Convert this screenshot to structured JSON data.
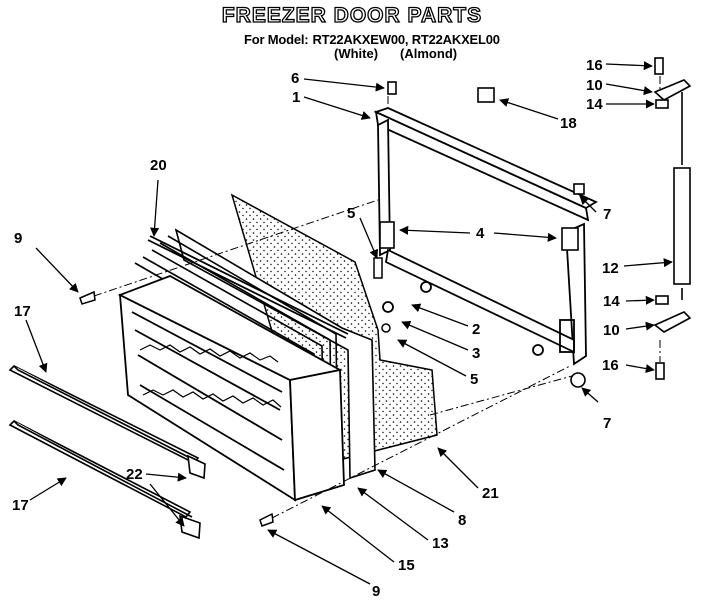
{
  "header": {
    "title": "FREEZER DOOR PARTS",
    "model_prefix": "For Model:",
    "model_numbers": "RT22AKXEW00, RT22AKXEL00",
    "variant_white": "(White)",
    "variant_almond": "(Almond)"
  },
  "callouts": [
    "1",
    "2",
    "3",
    "4",
    "5",
    "5",
    "6",
    "7",
    "7",
    "8",
    "9",
    "9",
    "10",
    "10",
    "12",
    "13",
    "14",
    "14",
    "15",
    "16",
    "16",
    "17",
    "17",
    "18",
    "20",
    "21",
    "22"
  ]
}
